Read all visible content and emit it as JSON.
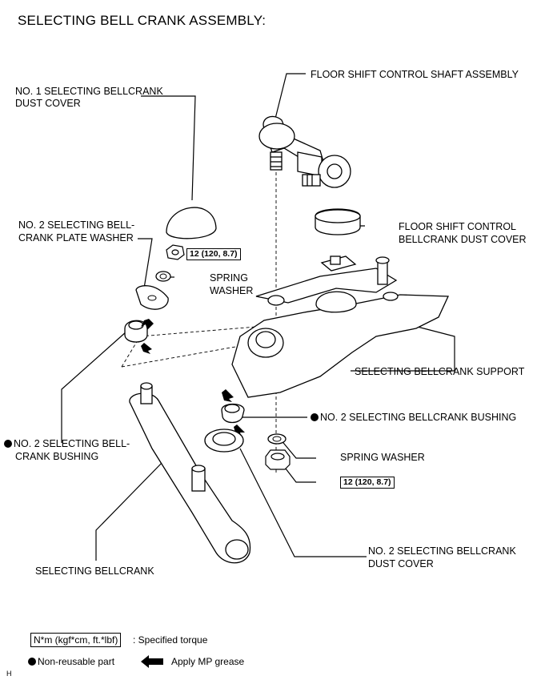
{
  "title": "SELECTING BELL CRANK ASSEMBLY:",
  "labels": {
    "floor_shift_shaft": "FLOOR SHIFT CONTROL SHAFT ASSEMBLY",
    "no1_dust_cover_l1": "NO. 1 SELECTING BELLCRANK",
    "no1_dust_cover_l2": "DUST COVER",
    "plate_washer_l1": "NO. 2 SELECTING BELL-",
    "plate_washer_l2": "CRANK PLATE WASHER",
    "spring_washer_top_l1": "SPRING",
    "spring_washer_top_l2": "WASHER",
    "floor_dust_cover_l1": "FLOOR SHIFT CONTROL",
    "floor_dust_cover_l2": "BELLCRANK DUST COVER",
    "support": "SELECTING BELLCRANK SUPPORT",
    "bushing_right": "NO. 2 SELECTING BELLCRANK BUSHING",
    "bushing_left_l1": "NO. 2 SELECTING BELL-",
    "bushing_left_l2": "CRANK BUSHING",
    "spring_washer_bottom": "SPRING WASHER",
    "bellcrank": "SELECTING BELLCRANK",
    "no2_dust_cover_l1": "NO. 2 SELECTING BELLCRANK",
    "no2_dust_cover_l2": "DUST COVER"
  },
  "torque": {
    "top": "12 (120, 8.7)",
    "bottom": "12 (120, 8.7)"
  },
  "legend": {
    "torque_unit": "N*m (kgf*cm, ft.*lbf)",
    "torque_desc": ": Specified torque",
    "non_reusable": "Non-reusable part",
    "grease": "Apply MP grease"
  },
  "corner_mark": "H"
}
